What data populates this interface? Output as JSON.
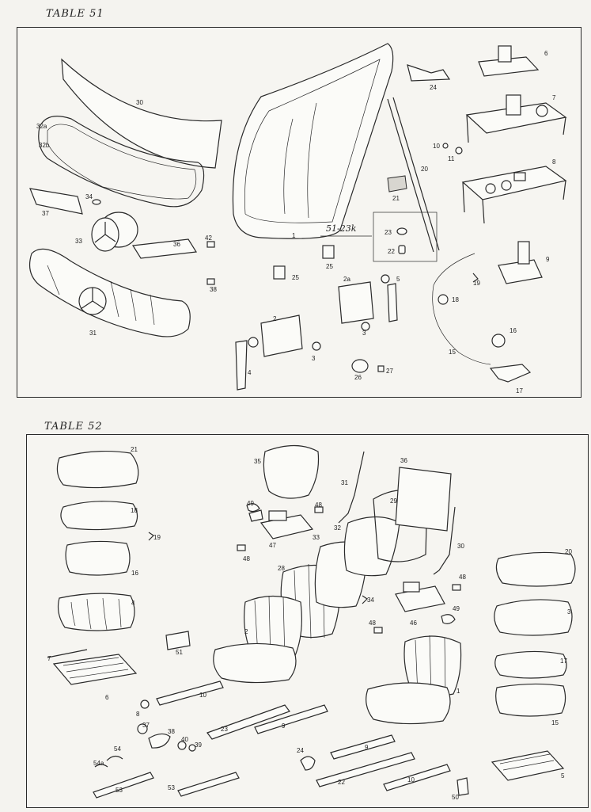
{
  "tables": [
    {
      "title": "TABLE 51",
      "ref_label": "51-23k",
      "part_numbers": [
        "1",
        "2",
        "2a",
        "3",
        "3",
        "4",
        "5",
        "6",
        "7",
        "8",
        "9",
        "10",
        "11",
        "15",
        "16",
        "17",
        "18",
        "19",
        "20",
        "21",
        "22",
        "23",
        "24",
        "25",
        "25",
        "26",
        "27",
        "30",
        "31",
        "32a",
        "32b",
        "33",
        "34",
        "36",
        "37",
        "38",
        "42"
      ]
    },
    {
      "title": "TABLE 52",
      "part_numbers": [
        "1",
        "2",
        "3",
        "4",
        "5",
        "6",
        "7",
        "8",
        "9",
        "9",
        "10",
        "10",
        "15",
        "16",
        "17",
        "18",
        "19",
        "20",
        "21",
        "22",
        "23",
        "24",
        "28",
        "29",
        "30",
        "31",
        "32",
        "33",
        "34",
        "35",
        "36",
        "37",
        "38",
        "39",
        "40",
        "46",
        "47",
        "48",
        "48",
        "48",
        "48",
        "49",
        "49",
        "50",
        "51",
        "53",
        "53",
        "54",
        "54a"
      ]
    }
  ]
}
